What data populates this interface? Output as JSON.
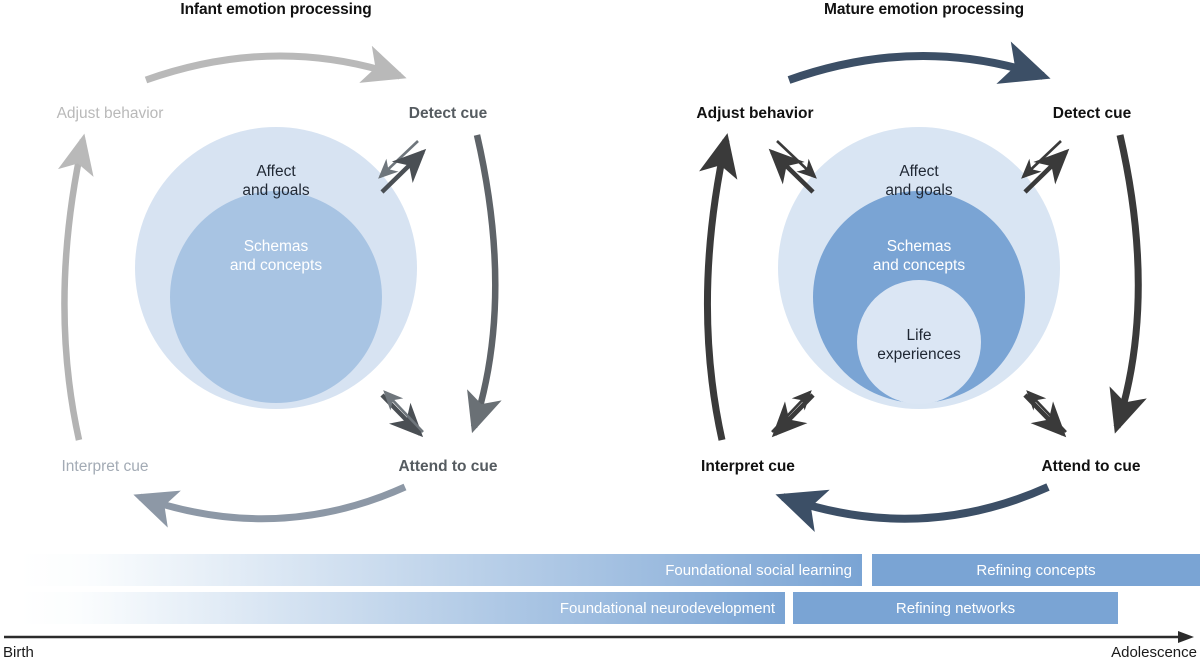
{
  "figure": {
    "panels": [
      {
        "id": "infant",
        "title": "Infant emotion processing",
        "cycle_nodes": [
          {
            "key": "detect",
            "label": "Detect cue",
            "tone": "dark"
          },
          {
            "key": "attend",
            "label": "Attend to cue",
            "tone": "dark"
          },
          {
            "key": "interpret",
            "label": "Interpret cue",
            "tone": "mid"
          },
          {
            "key": "adjust",
            "label": "Adjust behavior",
            "tone": "light"
          }
        ],
        "rings": [
          {
            "key": "affect",
            "line1": "Affect",
            "line2": "and goals",
            "fill": "#d7e3f2",
            "text": "#1f2733"
          },
          {
            "key": "schemas",
            "line1": "Schemas",
            "line2": "and concepts",
            "fill": "#a8c4e3",
            "text": "#ffffff"
          }
        ]
      },
      {
        "id": "mature",
        "title": "Mature emotion processing",
        "cycle_nodes": [
          {
            "key": "detect",
            "label": "Detect cue",
            "tone": "black"
          },
          {
            "key": "attend",
            "label": "Attend to cue",
            "tone": "black"
          },
          {
            "key": "interpret",
            "label": "Interpret cue",
            "tone": "black"
          },
          {
            "key": "adjust",
            "label": "Adjust behavior",
            "tone": "black"
          }
        ],
        "rings": [
          {
            "key": "affect",
            "line1": "Affect",
            "line2": "and goals",
            "fill": "#d9e5f3",
            "text": "#1f2733"
          },
          {
            "key": "schemas",
            "line1": "Schemas",
            "line2": "and concepts",
            "fill": "#7aa4d4",
            "text": "#ffffff"
          },
          {
            "key": "life",
            "line1": "Life",
            "line2": "experiences",
            "fill": "#dbe6f4",
            "text": "#1f2733"
          }
        ]
      }
    ],
    "timeline": {
      "rows": [
        {
          "key": "social-learning",
          "gradient_label": "Foundational social learning",
          "solid_label": "Refining concepts"
        },
        {
          "key": "neurodevelopment",
          "gradient_label": "Foundational neurodevelopment",
          "solid_label": "Refining networks"
        }
      ],
      "axis": {
        "start_label": "Birth",
        "end_label": "Adolescence"
      }
    },
    "colors": {
      "light_gray": "#b9b9b9",
      "mid_gray": "#8d98a6",
      "dark_gray": "#555b60",
      "navy": "#3c4f66",
      "black": "#1a1a1a",
      "bar_blue": "#7aa4d4",
      "bar_gradient_start": "#ffffff",
      "bar_gradient_end": "#7aa4d4",
      "axis": "#2b2b2b"
    }
  }
}
